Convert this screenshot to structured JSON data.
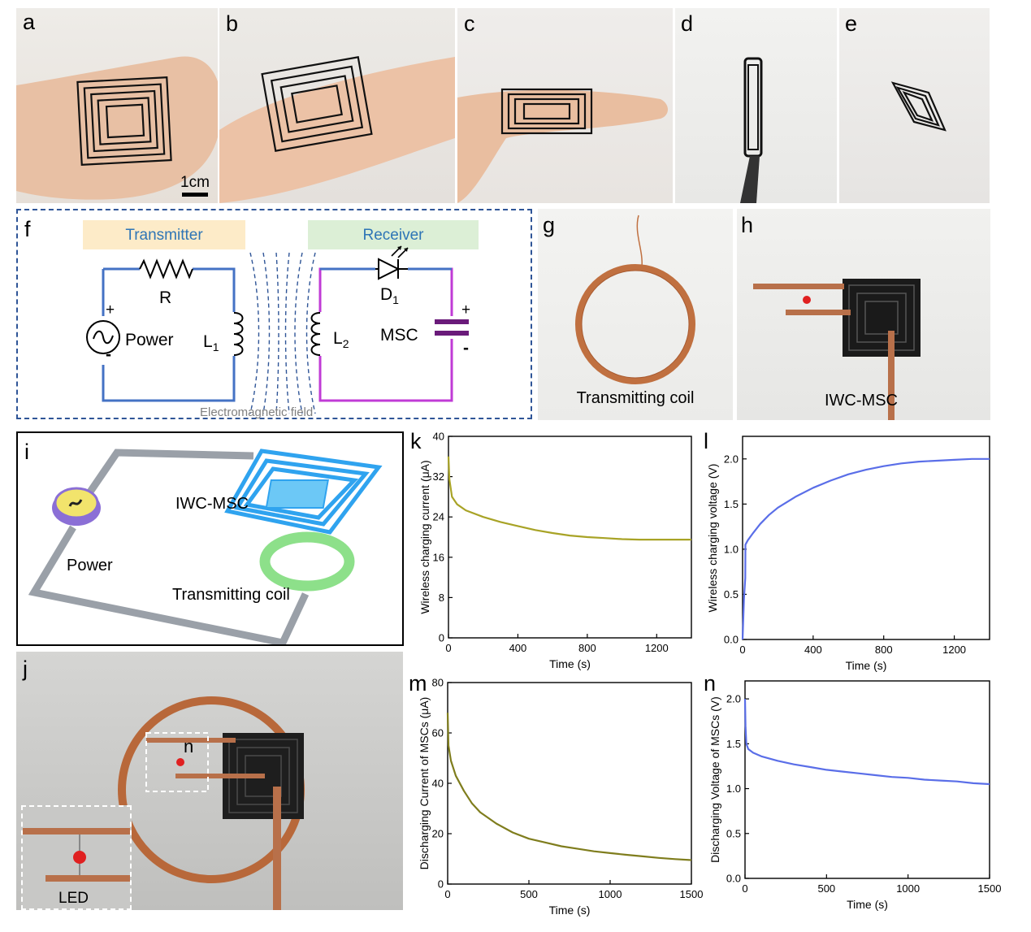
{
  "panels": {
    "a": {
      "label": "a",
      "scale_bar": "1cm"
    },
    "b": {
      "label": "b"
    },
    "c": {
      "label": "c"
    },
    "d": {
      "label": "d"
    },
    "e": {
      "label": "e"
    },
    "f": {
      "label": "f",
      "transmitter": "Transmitter",
      "receiver": "Receiver",
      "resistor": "R",
      "power": "Power",
      "inductor1": "L",
      "inductor1_sub": "1",
      "inductor2": "L",
      "inductor2_sub": "2",
      "diode": "D",
      "diode_sub": "1",
      "msc": "MSC",
      "plus": "+",
      "minus": "-",
      "field": "Electromagnetic field"
    },
    "g": {
      "label": "g",
      "caption": "Transmitting coil"
    },
    "h": {
      "label": "h",
      "caption": "IWC-MSC"
    },
    "i": {
      "label": "i",
      "device": "IWC-MSC",
      "power": "Power",
      "coil": "Transmitting coil"
    },
    "j": {
      "label": "j",
      "inset_tag": "n",
      "led": "LED"
    },
    "k": {
      "label": "k"
    },
    "l": {
      "label": "l"
    },
    "m": {
      "label": "m"
    },
    "n": {
      "label": "n"
    }
  },
  "colors": {
    "transmitter_wire": "#4472c4",
    "receiver_wire": "#c03bd6",
    "capacitor": "#6a1b7a",
    "transmitter_box": "#fdebc8",
    "receiver_box": "#dcefd6",
    "label_blue": "#2e75b6",
    "olive": "#a8a326",
    "olive_dark": "#7f7d1d",
    "blue_line": "#5a6ee8",
    "copper": "#c07040"
  },
  "chart_data": [
    {
      "panel": "k",
      "type": "line",
      "xlabel": "Time (s)",
      "ylabel": "Wireless charging current (μA)",
      "xlim": [
        0,
        1400
      ],
      "ylim": [
        0,
        40
      ],
      "xticks": [
        0,
        400,
        800,
        1200
      ],
      "yticks": [
        0,
        8,
        16,
        24,
        32,
        40
      ],
      "series": [
        {
          "color": "#a8a326",
          "x": [
            0,
            5,
            20,
            50,
            100,
            200,
            300,
            400,
            500,
            600,
            700,
            800,
            900,
            1000,
            1100,
            1200,
            1300,
            1400
          ],
          "y": [
            36,
            31.5,
            28,
            26.5,
            25.3,
            24,
            23,
            22.2,
            21.4,
            20.8,
            20.3,
            20,
            19.8,
            19.6,
            19.5,
            19.5,
            19.5,
            19.5
          ]
        }
      ]
    },
    {
      "panel": "l",
      "type": "line",
      "xlabel": "Time (s)",
      "ylabel": "Wireless charging voltage (V)",
      "xlim": [
        0,
        1400
      ],
      "ylim": [
        0,
        2.25
      ],
      "xticks": [
        0,
        400,
        800,
        1200
      ],
      "yticks": [
        0.0,
        0.5,
        1.0,
        1.5,
        2.0
      ],
      "series": [
        {
          "color": "#5a6ee8",
          "x": [
            0,
            8,
            15,
            16,
            30,
            60,
            100,
            150,
            200,
            300,
            400,
            500,
            600,
            700,
            800,
            900,
            1000,
            1100,
            1200,
            1300,
            1400
          ],
          "y": [
            0.0,
            0.45,
            0.68,
            1.05,
            1.1,
            1.18,
            1.28,
            1.38,
            1.46,
            1.58,
            1.68,
            1.76,
            1.83,
            1.88,
            1.92,
            1.95,
            1.97,
            1.98,
            1.99,
            2.0,
            2.0
          ]
        }
      ]
    },
    {
      "panel": "m",
      "type": "line",
      "xlabel": "Time (s)",
      "ylabel": "Discharging Current of MSCs (μA)",
      "xlim": [
        0,
        1500
      ],
      "ylim": [
        0,
        80
      ],
      "xticks": [
        0,
        500,
        1000,
        1500
      ],
      "yticks": [
        0,
        20,
        40,
        60,
        80
      ],
      "series": [
        {
          "color": "#7f7d1d",
          "x": [
            0,
            5,
            20,
            50,
            100,
            150,
            200,
            300,
            400,
            500,
            600,
            700,
            800,
            900,
            1000,
            1100,
            1200,
            1300,
            1400,
            1500
          ],
          "y": [
            68,
            55,
            49,
            43,
            37,
            32,
            28.5,
            24,
            20.5,
            18,
            16.5,
            15,
            14,
            13,
            12.3,
            11.6,
            11,
            10.4,
            9.9,
            9.5
          ]
        }
      ]
    },
    {
      "panel": "n",
      "type": "line",
      "xlabel": "Time (s)",
      "ylabel": "Discharging Voltage of MSCs (V)",
      "xlim": [
        0,
        1500
      ],
      "ylim": [
        0,
        2.2
      ],
      "xticks": [
        0,
        500,
        1000,
        1500
      ],
      "yticks": [
        0.0,
        0.5,
        1.0,
        1.5,
        2.0
      ],
      "series": [
        {
          "color": "#5a6ee8",
          "x": [
            0,
            3,
            8,
            20,
            50,
            100,
            200,
            300,
            400,
            500,
            600,
            700,
            800,
            900,
            1000,
            1100,
            1200,
            1300,
            1400,
            1500
          ],
          "y": [
            2.0,
            1.7,
            1.5,
            1.44,
            1.4,
            1.36,
            1.31,
            1.27,
            1.24,
            1.21,
            1.19,
            1.17,
            1.15,
            1.13,
            1.12,
            1.1,
            1.09,
            1.08,
            1.06,
            1.05
          ]
        }
      ]
    }
  ]
}
